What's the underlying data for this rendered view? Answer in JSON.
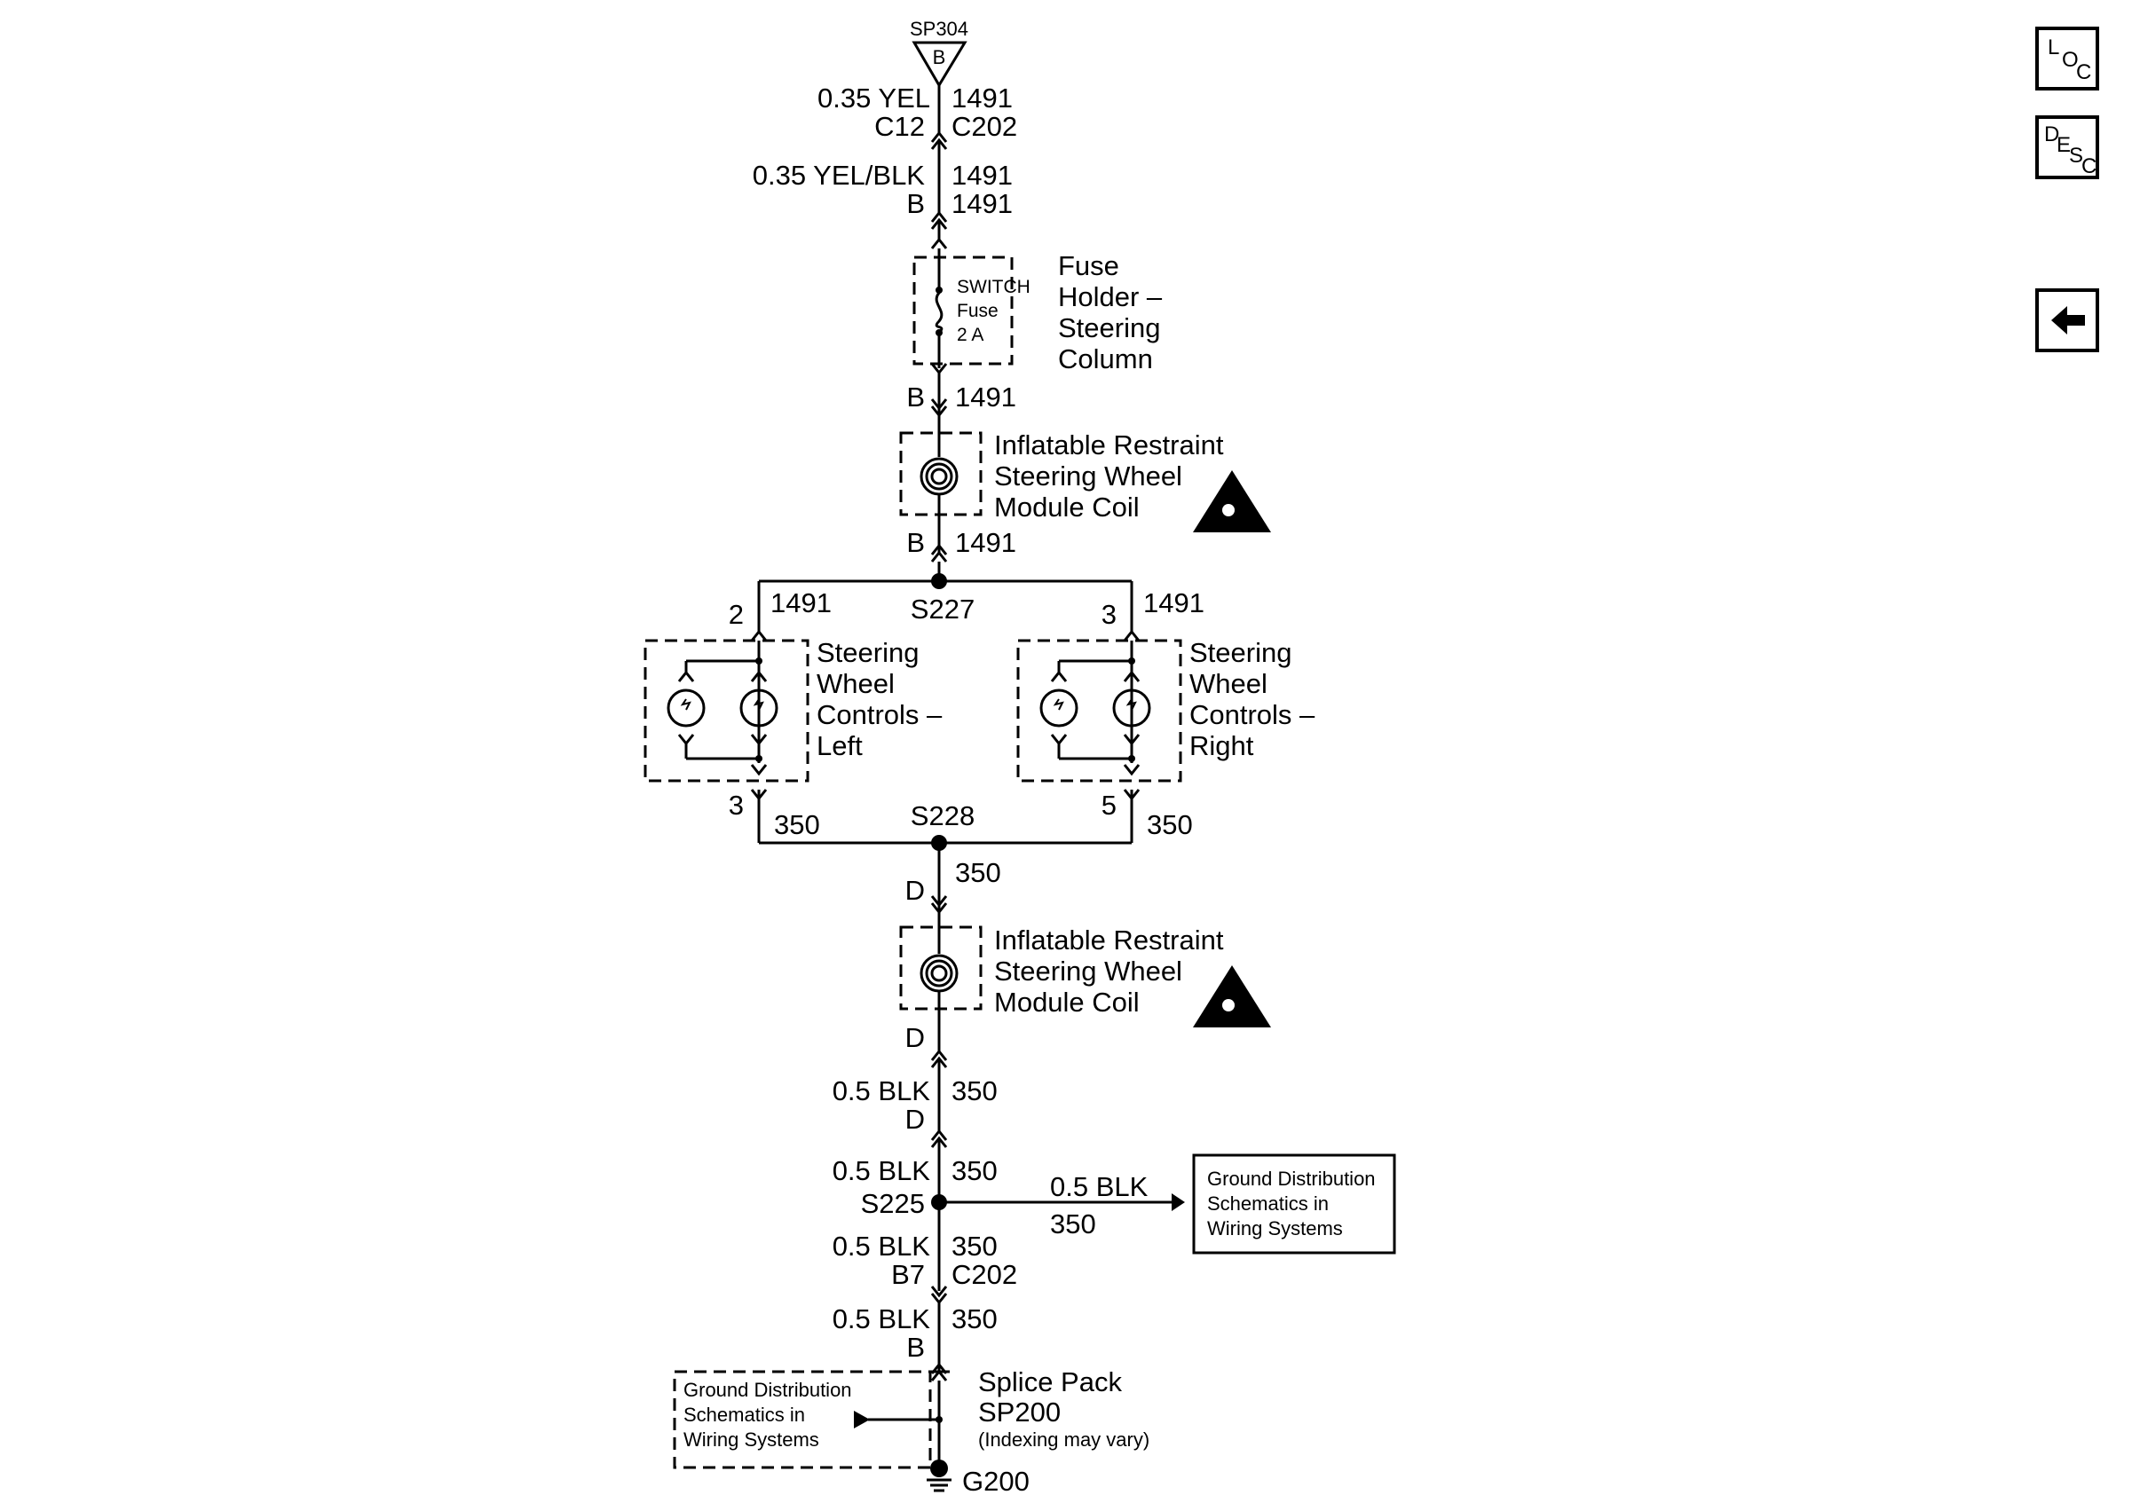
{
  "top": {
    "splice_pack": "SP304",
    "splice_pin": "B"
  },
  "upper_wire": {
    "c1_wire": "0.35 YEL",
    "c1_circuit": "1491",
    "c1_pin": "C12",
    "c1_conn": "C202",
    "c2_wire": "0.35 YEL/BLK",
    "c2_circuit": "1491",
    "c2_pin": "B",
    "c2_circuit2": "1491"
  },
  "fuse": {
    "switch": "SWITCH",
    "fuse": "Fuse",
    "rating": "2 A",
    "holder_lines": [
      "Fuse",
      "Holder –",
      "Steering",
      "Column"
    ],
    "out_pin": "B",
    "out_circuit": "1491"
  },
  "coil_upper": {
    "lines": [
      "Inflatable Restraint",
      "Steering Wheel",
      "Module Coil"
    ],
    "pin": "B",
    "circuit": "1491"
  },
  "s227": {
    "label": "S227",
    "left_pin": "2",
    "left_circuit": "1491",
    "right_pin": "3",
    "right_circuit": "1491"
  },
  "controls_left": {
    "lines": [
      "Steering",
      "Wheel",
      "Controls –",
      "Left"
    ],
    "out_pin": "3",
    "out_circuit": "350"
  },
  "controls_right": {
    "lines": [
      "Steering",
      "Wheel",
      "Controls –",
      "Right"
    ],
    "out_pin": "5",
    "out_circuit": "350"
  },
  "s228": {
    "label": "S228",
    "circuit": "350",
    "pin": "D"
  },
  "coil_lower": {
    "lines": [
      "Inflatable Restraint",
      "Steering Wheel",
      "Module Coil"
    ],
    "pin": "D"
  },
  "lower_wire": {
    "a_wire": "0.5 BLK",
    "a_circuit": "350",
    "a_pin": "D",
    "b_wire": "0.5 BLK",
    "b_circuit": "350",
    "s225": "S225",
    "branch_wire": "0.5 BLK",
    "branch_circuit": "350",
    "c_wire": "0.5 BLK",
    "c_circuit": "350",
    "c_pin": "B7",
    "c_conn": "C202",
    "d_wire": "0.5 BLK",
    "d_circuit": "350",
    "d_pin": "B"
  },
  "ground_box": [
    "Ground Distribution",
    "Schematics in",
    "Wiring Systems"
  ],
  "splice_pack": {
    "title": "Splice Pack",
    "name": "SP200",
    "note": "(Indexing may vary)",
    "box_lines": [
      "Ground Distribution",
      "Schematics in",
      "Wiring Systems"
    ]
  },
  "ground": {
    "label": "G200"
  },
  "nav": {
    "loc": {
      "l1": "L",
      "l2": "O",
      "l3": "C"
    },
    "desc": {
      "l1": "D",
      "l2": "E",
      "l3": "S",
      "l4": "C"
    },
    "back_icon": "left-arrow-icon"
  }
}
